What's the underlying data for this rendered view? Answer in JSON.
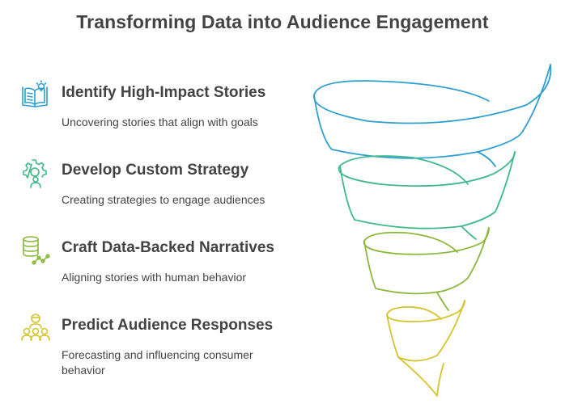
{
  "title": "Transforming Data into Audience Engagement",
  "steps": [
    {
      "heading": "Identify High-Impact Stories",
      "description": "Uncovering stories that align with goals",
      "icon": "book-lightbulb-icon",
      "color": "#2d9fd0"
    },
    {
      "heading": "Develop Custom Strategy",
      "description": "Creating strategies to engage audiences",
      "icon": "gear-person-icon",
      "color": "#3fb98a"
    },
    {
      "heading": "Craft Data-Backed Narratives",
      "description": "Aligning stories with human behavior",
      "icon": "database-chart-icon",
      "color": "#8ab83a"
    },
    {
      "heading": "Predict Audience Responses",
      "description": "Forecasting and influencing consumer behavior",
      "icon": "audience-group-icon",
      "color": "#d4c42a"
    }
  ]
}
